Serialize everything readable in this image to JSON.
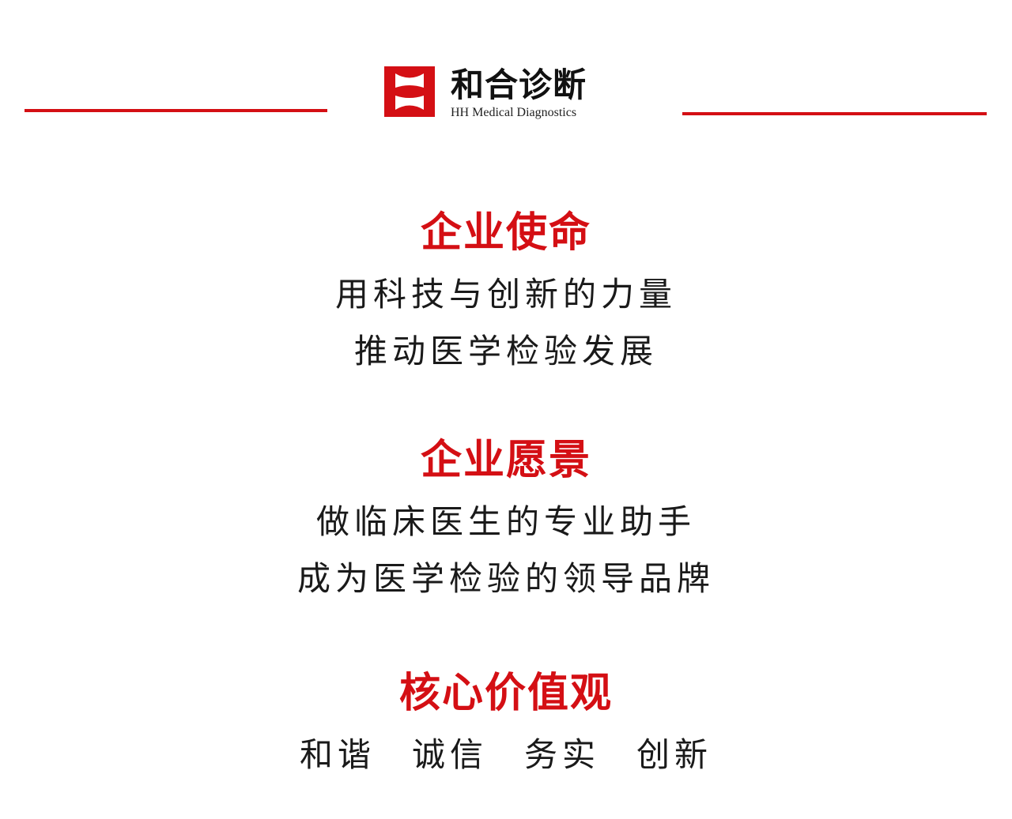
{
  "brand": {
    "name_cn": "和合诊断",
    "name_en": "HH Medical Diagnostics",
    "color": "#d40f14",
    "logo_icon": "hh-logo-icon"
  },
  "sections": [
    {
      "title": "企业使命",
      "lines": [
        "用科技与创新的力量",
        "推动医学检验发展"
      ]
    },
    {
      "title": "企业愿景",
      "lines": [
        "做临床医生的专业助手",
        "成为医学检验的领导品牌"
      ]
    },
    {
      "title": "核心价值观",
      "values": [
        "和谐",
        "诚信",
        "务实",
        "创新"
      ]
    }
  ],
  "colors": {
    "accent": "#d40f14",
    "text": "#1a1a1a"
  }
}
